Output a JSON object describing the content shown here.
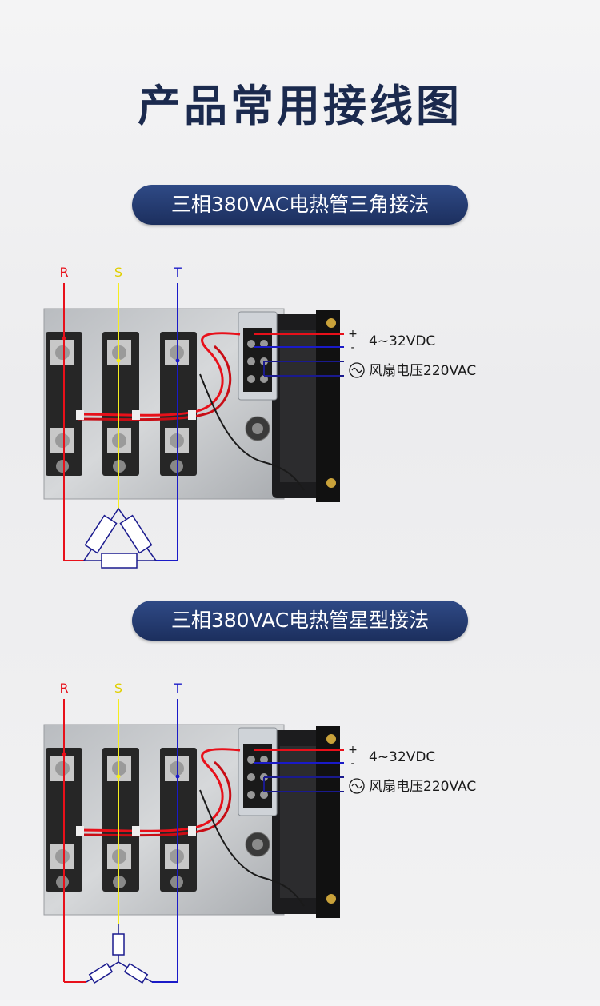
{
  "title": "产品常用接线图",
  "section1": {
    "label": "三相380VAC电热管三角接法",
    "phases": [
      "R",
      "S",
      "T"
    ],
    "plus": "+",
    "minus": "-",
    "dc_input": "4~32VDC",
    "ac_symbol": "~",
    "fan_voltage": "风扇电压220VAC"
  },
  "section2": {
    "label": "三相380VAC电热管星型接法",
    "phases": [
      "R",
      "S",
      "T"
    ],
    "plus": "+",
    "minus": "-",
    "dc_input": "4~32VDC",
    "ac_symbol": "~",
    "fan_voltage": "风扇电压220VAC"
  },
  "colors": {
    "R": "#e8101a",
    "S": "#f5ee1e",
    "T": "#1a1ac8",
    "title": "#1b2a4e",
    "pill": "#24396e"
  }
}
